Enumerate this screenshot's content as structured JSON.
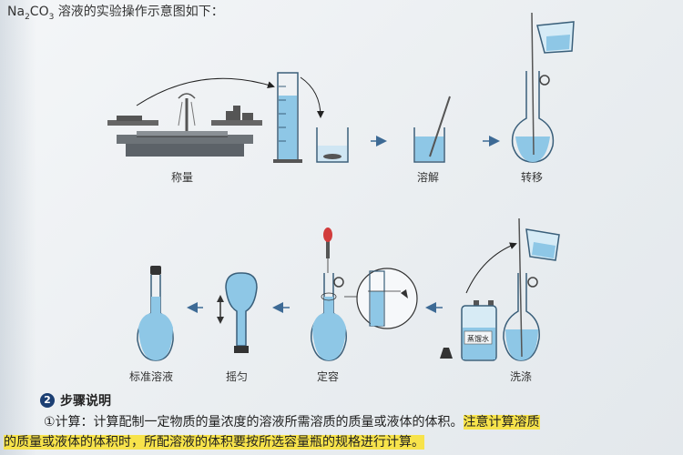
{
  "header": {
    "title_prefix": "Na",
    "title_sub2": "2",
    "title_mid": "CO",
    "title_sub3": "3",
    "title_suffix": " 溶液的实验操作示意图如下："
  },
  "steps": [
    {
      "label": "称量"
    },
    {
      "label": "溶解"
    },
    {
      "label": "转移"
    },
    {
      "label": "洗涤"
    },
    {
      "label": "定容"
    },
    {
      "label": "摇匀"
    },
    {
      "label": "标准溶液"
    }
  ],
  "bottle_label": "蒸馏水",
  "colors": {
    "liquid": "#8ec7e6",
    "glass_stroke": "#3a5f7a",
    "arrow": "#3d6a95",
    "highlight": "#f7e34b",
    "badge": "#1c3f73"
  },
  "section": {
    "badge": "2",
    "title": "步骤说明"
  },
  "explanation": {
    "line1_plain": "①计算：计算配制一定物质的量浓度的溶液所需溶质的质量或液体的体积。",
    "line1_highlight": "注意计算溶质",
    "line2_highlight": "的质量或液体的体积时，所配溶液的体积要按所选容量瓶的规格进行计算。"
  }
}
